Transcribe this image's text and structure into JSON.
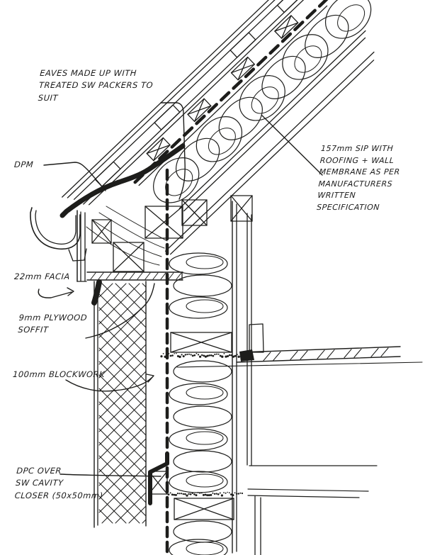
{
  "drawing": {
    "title": "Eaves construction detail sketch",
    "paper_color": "#ffffff",
    "ink_color": "#1d1d1b",
    "labels": {
      "eaves_note": {
        "text": "EAVES MADE UP WITH\nTREATED SW PACKERS TO\nSUIT"
      },
      "dpm": {
        "text": "DPM"
      },
      "facia": {
        "text": "22mm FACIA"
      },
      "soffit": {
        "text": "9mm PLYWOOD\nSOFFIT"
      },
      "blockwork": {
        "text": "100mm BLOCKWORK"
      },
      "dpc": {
        "text": "DPC OVER\nSW CAVITY\nCLOSER (50x50mm)"
      },
      "sip": {
        "text": "157mm SIP WITH\nROOFING + WALL\nMEMBRANE AS PER\nMANUFACTURERS WRITTEN\nSPECIFICATION"
      }
    }
  }
}
